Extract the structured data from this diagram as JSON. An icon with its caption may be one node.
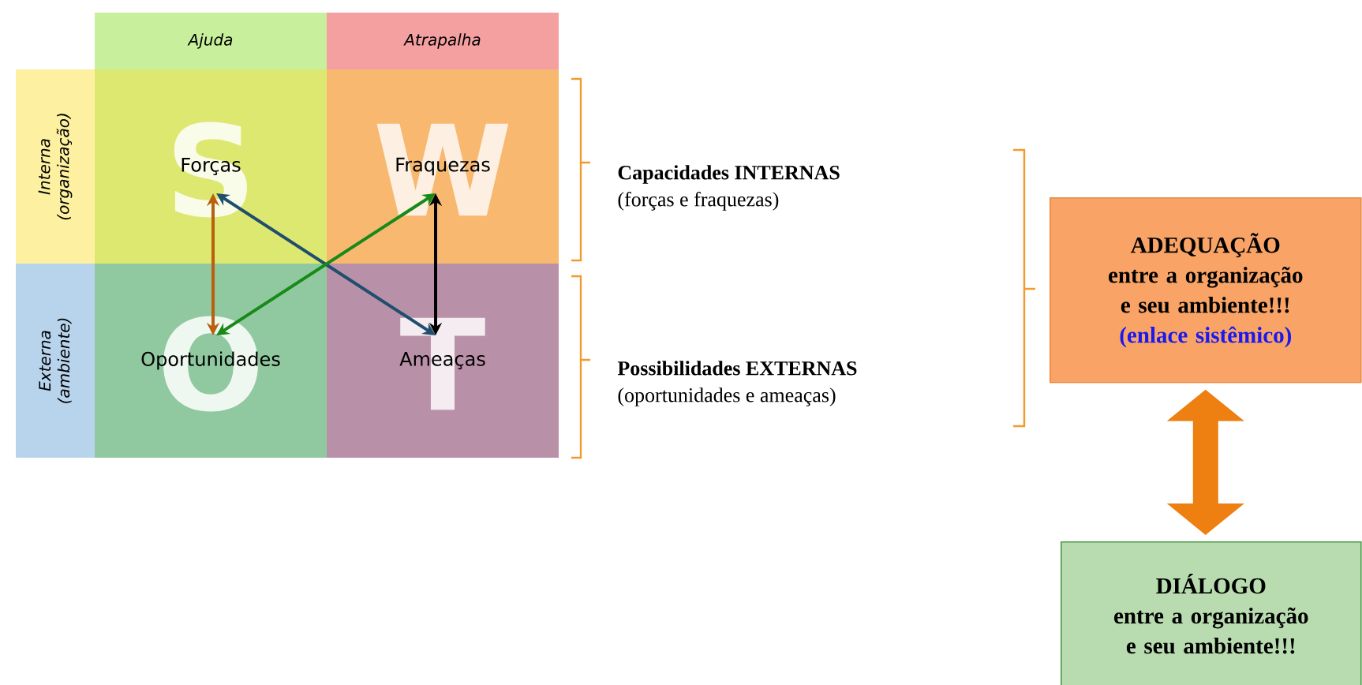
{
  "diagram": {
    "nodes": [
      {
        "text": [
          "Ajuda"
        ]
      },
      {
        "text": [
          "Atrapalha"
        ]
      },
      {
        "text": [
          "Interna (organização)"
        ]
      },
      {
        "text": [
          "Externa (ambiente)"
        ]
      },
      {
        "text": [
          "S",
          "Forças"
        ]
      },
      {
        "text": [
          "W",
          "Fraquezas"
        ]
      },
      {
        "text": [
          "O",
          "Oportunidades"
        ]
      },
      {
        "text": [
          "T",
          "Ameaças"
        ]
      },
      {
        "text": [
          "Capacidades INTERNAS",
          "(forças e fraquezas)"
        ]
      },
      {
        "text": [
          "Possibilidades EXTERNAS",
          "(oportunidades e ameaças)"
        ]
      },
      {
        "text": [
          "ADEQUAÇÃO",
          "entre a organização e seu ambiente!!!",
          "(enlace sistêmico)"
        ]
      },
      {
        "text": [
          "DIÁLOGO",
          "entre a organização e seu ambiente!!!"
        ]
      }
    ],
    "edges": [
      {
        "from": 4,
        "to": 6,
        "arrow": "both",
        "color": "#b8600f"
      },
      {
        "from": 4,
        "to": 7,
        "arrow": "both",
        "color": "#1f4e6e"
      },
      {
        "from": 6,
        "to": 5,
        "arrow": "both",
        "color": "#178a17"
      },
      {
        "from": 5,
        "to": 7,
        "arrow": "both",
        "color": "#000000"
      },
      {
        "from": 10,
        "to": 11,
        "arrow": "both",
        "style": "thick",
        "color": "#ee7f11"
      }
    ]
  }
}
